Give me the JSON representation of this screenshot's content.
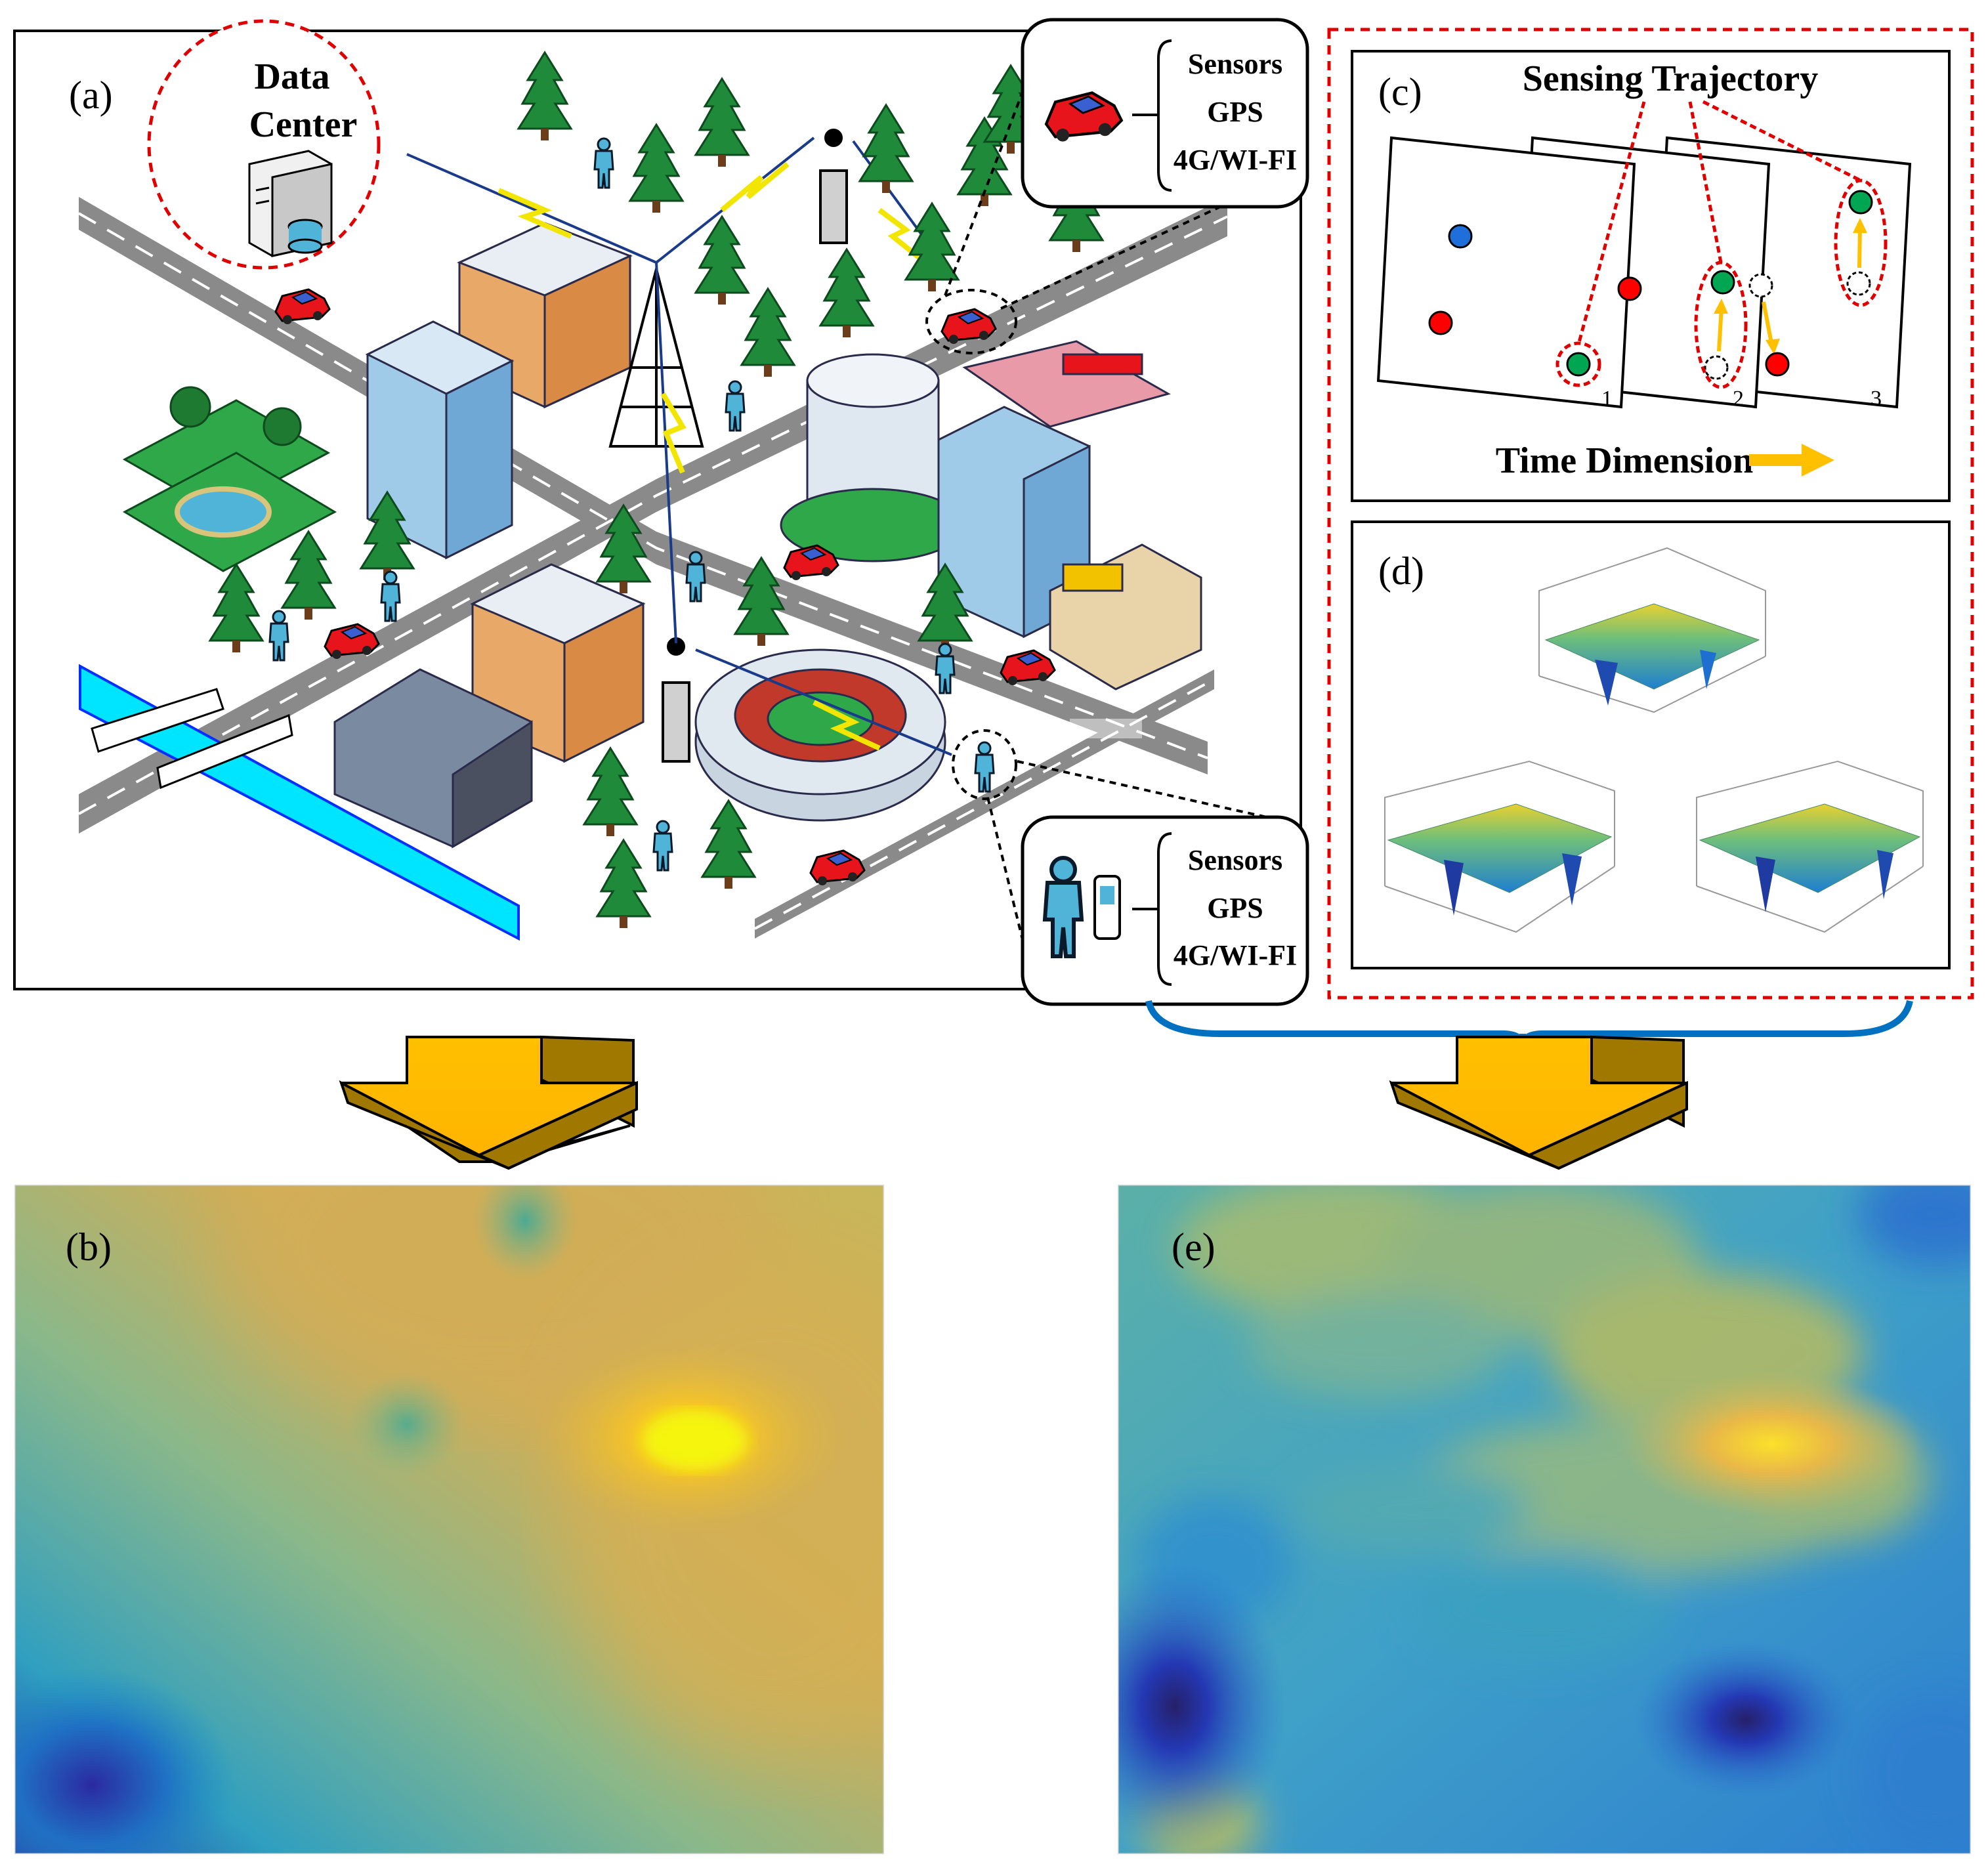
{
  "panel_a": {
    "label": "(a)",
    "data_center": {
      "line1": "Data",
      "line2": "Center"
    },
    "car_sensor_box": {
      "lines": [
        "Sensors",
        "GPS",
        "4G/WI-FI"
      ]
    },
    "person_sensor_box": {
      "lines": [
        "Sensors",
        "GPS",
        "4G/WI-FI"
      ]
    }
  },
  "panel_c": {
    "label": "(c)",
    "title": "Sensing Trajectory",
    "frames": [
      "1",
      "2",
      "3"
    ],
    "time_label": "Time Dimension"
  },
  "panel_d": {
    "label": "(d)"
  },
  "panel_b": {
    "label": "(b)"
  },
  "panel_e": {
    "label": "(e)"
  },
  "colors": {
    "red_dashed": "#e00000",
    "arrow_gold": "#ffc000",
    "arrow_dark": "#a07800",
    "road": "#8a8a8a",
    "river": "#00e5ff",
    "brace_blue": "#0070c0",
    "dot_green": "#00a651",
    "dot_red": "#ff0000",
    "dot_blue": "#1e6fd9"
  }
}
